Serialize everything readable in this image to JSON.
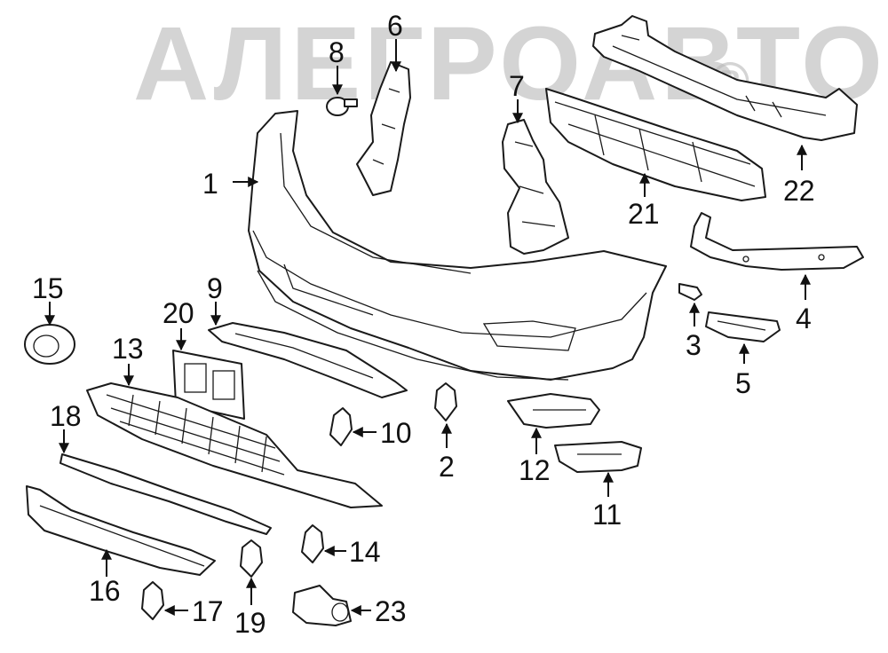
{
  "watermark": {
    "text": "АЛЕГРОАВТО",
    "symbol": "®"
  },
  "callouts": [
    {
      "key": "c1",
      "label": "1"
    },
    {
      "key": "c2",
      "label": "2"
    },
    {
      "key": "c3",
      "label": "3"
    },
    {
      "key": "c4",
      "label": "4"
    },
    {
      "key": "c5",
      "label": "5"
    },
    {
      "key": "c6",
      "label": "6"
    },
    {
      "key": "c7",
      "label": "7"
    },
    {
      "key": "c8",
      "label": "8"
    },
    {
      "key": "c9",
      "label": "9"
    },
    {
      "key": "c10",
      "label": "10"
    },
    {
      "key": "c11",
      "label": "11"
    },
    {
      "key": "c12",
      "label": "12"
    },
    {
      "key": "c13",
      "label": "13"
    },
    {
      "key": "c14",
      "label": "14"
    },
    {
      "key": "c15",
      "label": "15"
    },
    {
      "key": "c16",
      "label": "16"
    },
    {
      "key": "c17",
      "label": "17"
    },
    {
      "key": "c18",
      "label": "18"
    },
    {
      "key": "c19",
      "label": "19"
    },
    {
      "key": "c20",
      "label": "20"
    },
    {
      "key": "c21",
      "label": "21"
    },
    {
      "key": "c22",
      "label": "22"
    },
    {
      "key": "c23",
      "label": "23"
    }
  ]
}
